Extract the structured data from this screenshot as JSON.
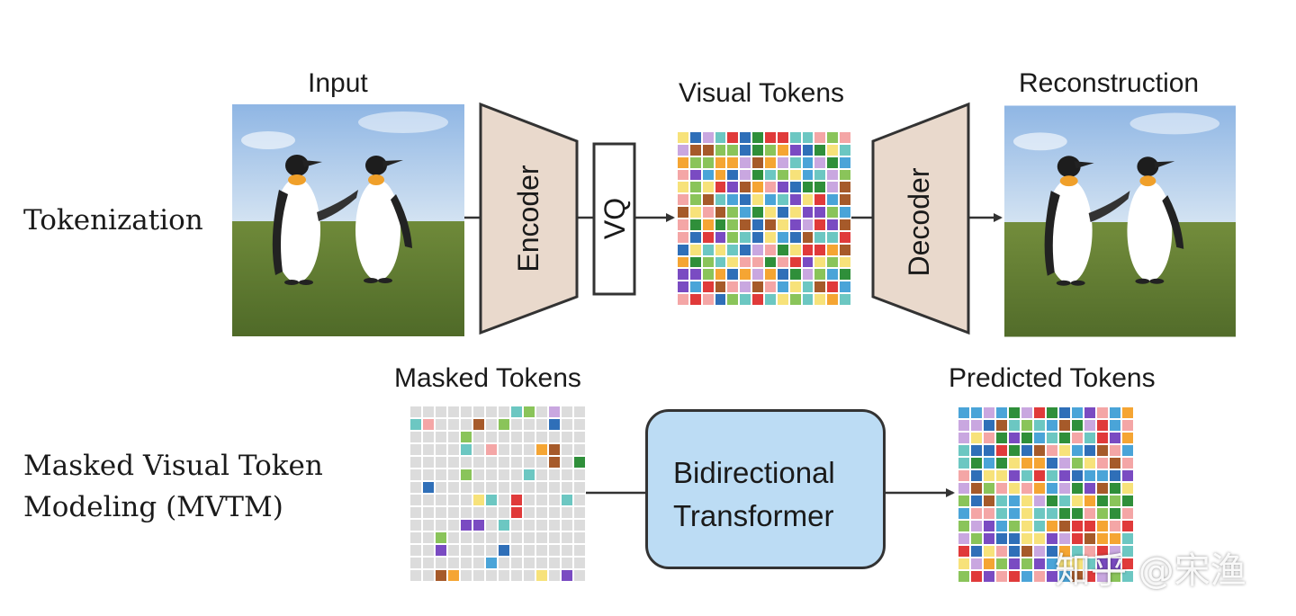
{
  "rows": {
    "tokenization": "Tokenization",
    "mvtm_line1": "Masked Visual Token",
    "mvtm_line2": "Modeling (MVTM)"
  },
  "captions": {
    "input": "Input",
    "visual_tokens": "Visual Tokens",
    "reconstruction": "Reconstruction",
    "masked_tokens": "Masked Tokens",
    "predicted_tokens": "Predicted Tokens"
  },
  "blocks": {
    "encoder": "Encoder",
    "vq": "VQ",
    "decoder": "Decoder",
    "transformer_line1": "Bidirectional",
    "transformer_line2": "Transformer"
  },
  "watermark": "知乎 @宋渔",
  "colors": {
    "block_fill": "#e9d9cc",
    "transformer_fill": "#bcdcf4",
    "mask_gray": "#dcdcdc",
    "token_palette": [
      "#e03a3a",
      "#f5a533",
      "#f7e27a",
      "#4aa4d8",
      "#2f8f3a",
      "#8ac45a",
      "#f4a6a6",
      "#c9a7e0",
      "#7a4bc2",
      "#a65a2a",
      "#2f6fb8",
      "#6cc7c2"
    ]
  },
  "token_grids": {
    "visual_tokens": 14,
    "masked_tokens": 14,
    "predicted_tokens": 14,
    "masked_fraction": 0.82
  }
}
